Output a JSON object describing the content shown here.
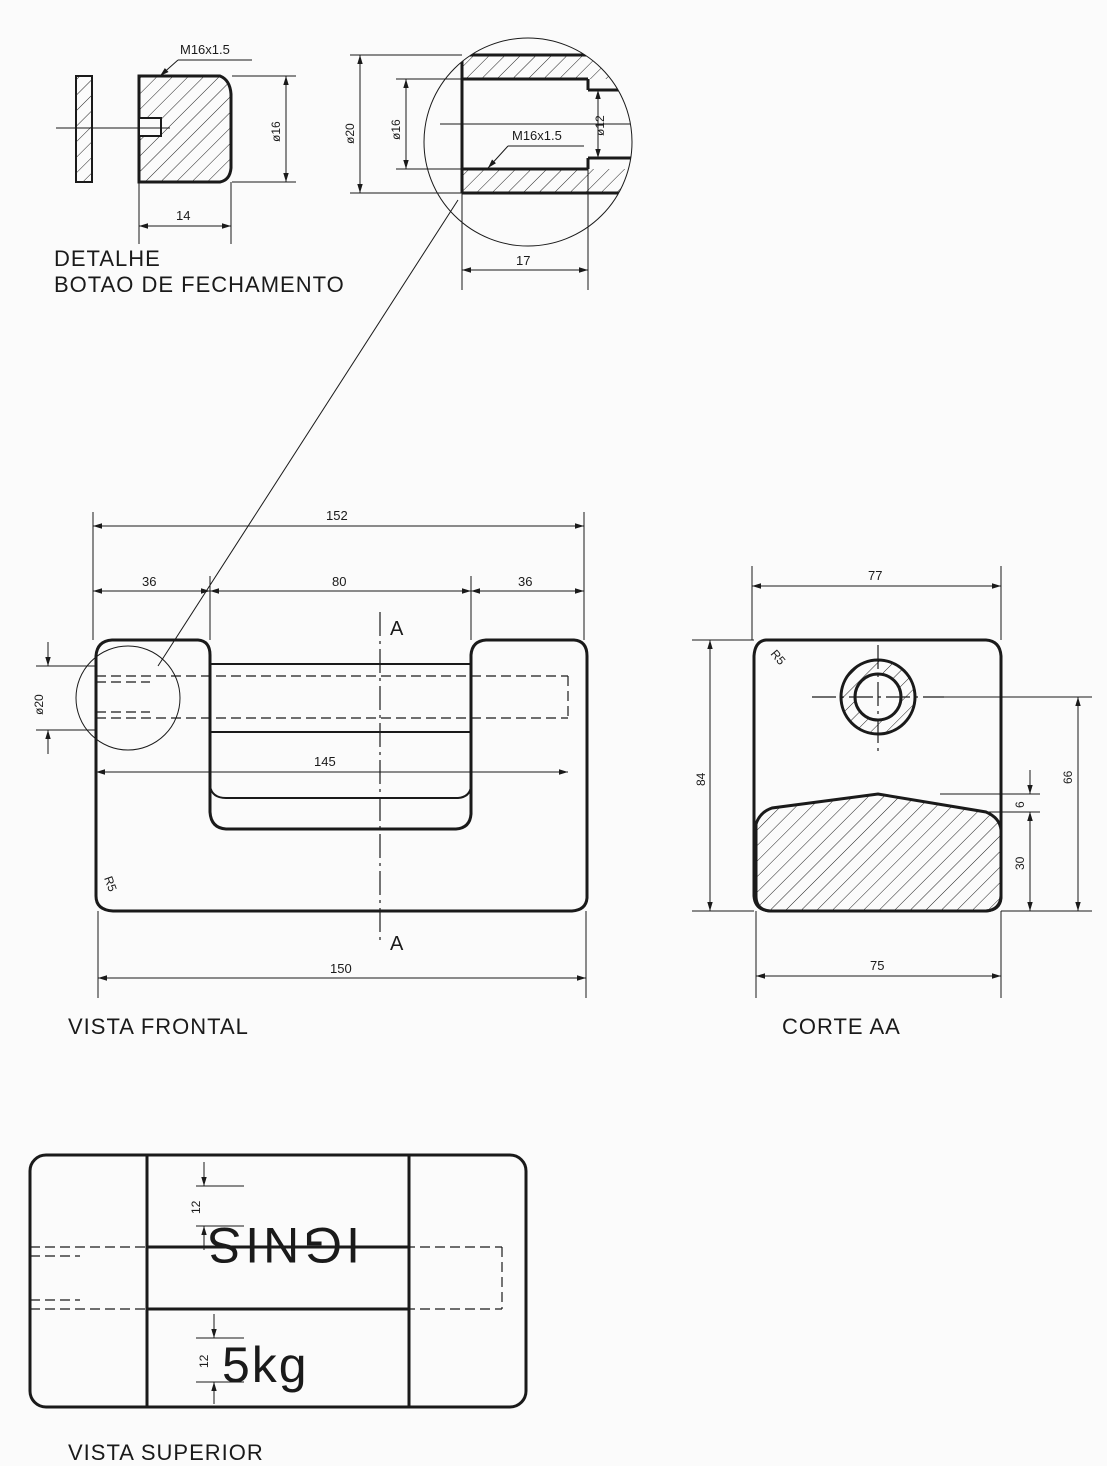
{
  "titles": {
    "detail_line1": "DETALHE",
    "detail_line2": "BOTAO  DE  FECHAMENTO",
    "front": "VISTA  FRONTAL",
    "section": "CORTE  AA",
    "top": "VISTA  SUPERIOR"
  },
  "section_marks": {
    "top": "A",
    "bottom": "A"
  },
  "detail_dims": {
    "thread_button": "M16x1.5",
    "thread_hole": "M16x1.5",
    "dia_button": "ø16",
    "length_button": "14",
    "dia_outer": "ø20",
    "dia_inner": "ø16",
    "dia_bore": "ø12",
    "length_bore": "17"
  },
  "front_dims": {
    "overall_top": "152",
    "left_block": "36",
    "middle": "80",
    "right_block": "36",
    "hole_dia": "ø20",
    "hole_length": "145",
    "overall_bottom": "150",
    "radius": "R5"
  },
  "section_dims": {
    "width_top": "77",
    "width_bottom": "75",
    "height": "84",
    "hole_height": "66",
    "slope": "6",
    "fill_height": "30",
    "radius": "R5"
  },
  "top_view": {
    "engraving_brand": "IGNIS",
    "engraving_weight": "5kg",
    "text_height_top": "12",
    "text_height_bottom": "12"
  }
}
